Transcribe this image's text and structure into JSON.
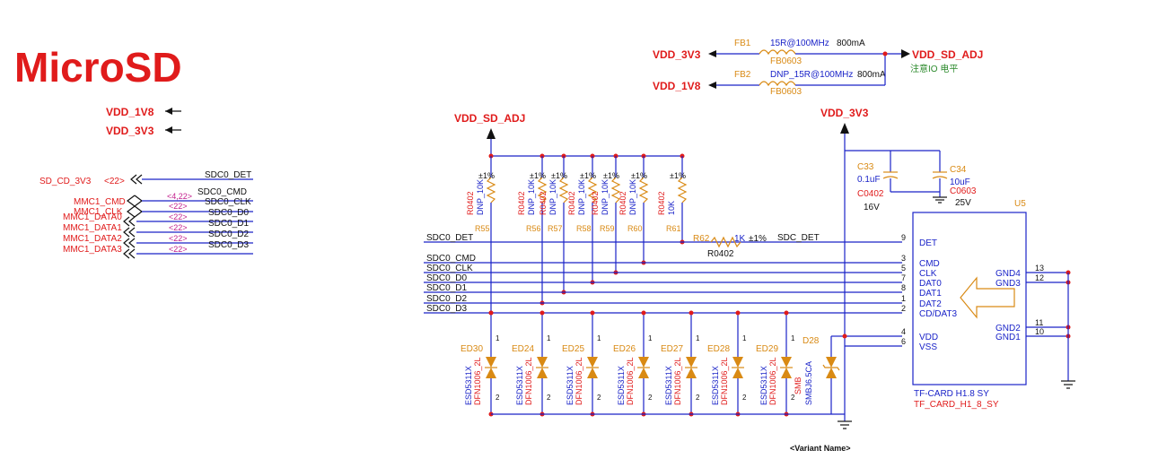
{
  "title": "MicroSD",
  "power_ports_left": [
    "VDD_1V8",
    "VDD_3V3"
  ],
  "ferrites": {
    "fb1": {
      "ref": "FB1",
      "value": "15R@100MHz",
      "current": "800mA",
      "package": "FB0603",
      "in_net": "VDD_3V3"
    },
    "fb2": {
      "ref": "FB2",
      "value": "DNP_15R@100MHz",
      "current": "800mA",
      "package": "FB0603",
      "in_net": "VDD_1V8"
    },
    "out_net": "VDD_SD_ADJ",
    "note": "注意IO 电平"
  },
  "offpage": {
    "rows": [
      {
        "left": "SD_CD_3V3",
        "ref": "<22>",
        "right": "SDC0_DET"
      },
      {
        "left": "MMC1_CMD",
        "ref": "<4,22>",
        "right": "SDC0_CMD"
      },
      {
        "left": "MMC1_CLK",
        "ref": "<22>",
        "right": "SDC0_CLK"
      },
      {
        "left": "MMC1_DATA0",
        "ref": "<22>",
        "right": "SDC0_D0"
      },
      {
        "left": "MMC1_DATA1",
        "ref": "<22>",
        "right": "SDC0_D1"
      },
      {
        "left": "MMC1_DATA2",
        "ref": "<22>",
        "right": "SDC0_D2"
      },
      {
        "left": "MMC1_DATA3",
        "ref": "<22>",
        "right": "SDC0_D3"
      }
    ]
  },
  "rails": {
    "adj": "VDD_SD_ADJ",
    "v33": "VDD_3V3"
  },
  "pullups": [
    {
      "ref": "R55",
      "tol": "±1%",
      "pkg": "R0402",
      "val": "DNP_10K"
    },
    {
      "ref": "R56",
      "tol": "±1%",
      "pkg": "R0402",
      "val": "DNP_10K"
    },
    {
      "ref": "R57",
      "tol": "±1%",
      "pkg": "R0402",
      "val": "DNP_10K"
    },
    {
      "ref": "R58",
      "tol": "±1%",
      "pkg": "R0402",
      "val": "DNP_10K"
    },
    {
      "ref": "R59",
      "tol": "±1%",
      "pkg": "R0402",
      "val": "DNP_10K"
    },
    {
      "ref": "R60",
      "tol": "±1%",
      "pkg": "R0402",
      "val": "DNP_10K"
    },
    {
      "ref": "R61",
      "tol": "±1%",
      "pkg": "R0402",
      "val": "10K"
    }
  ],
  "r62": {
    "ref": "R62",
    "val": "1K",
    "tol": "±1%",
    "pkg": "R0402",
    "net": "SDC_DET"
  },
  "caps": [
    {
      "ref": "C33",
      "val": "0.1uF",
      "pkg": "C0402",
      "volt": "16V"
    },
    {
      "ref": "C34",
      "val": "10uF",
      "pkg": "C0603",
      "volt": "25V"
    }
  ],
  "bus_nets": [
    "SDC0_DET",
    "SDC0_CMD",
    "SDC0_CLK",
    "SDC0_D0",
    "SDC0_D1",
    "SDC0_D2",
    "SDC0_D3"
  ],
  "connector": {
    "ref": "U5",
    "part1": "TF-CARD H1.8 SY",
    "part2": "TF_CARD_H1_8_SY",
    "left_pins": [
      {
        "num": "9",
        "name": "DET"
      },
      {
        "num": "3",
        "name": "CMD"
      },
      {
        "num": "5",
        "name": "CLK"
      },
      {
        "num": "7",
        "name": "DAT0"
      },
      {
        "num": "8",
        "name": "DAT1"
      },
      {
        "num": "1",
        "name": "DAT2"
      },
      {
        "num": "2",
        "name": "CD/DAT3"
      },
      {
        "num": "4",
        "name": "VDD"
      },
      {
        "num": "6",
        "name": "VSS"
      }
    ],
    "right_pins": [
      {
        "num": "13",
        "name": "GND4"
      },
      {
        "num": "12",
        "name": "GND3"
      },
      {
        "num": "11",
        "name": "GND2"
      },
      {
        "num": "10",
        "name": "GND1"
      }
    ]
  },
  "esd": [
    {
      "ref": "ED30",
      "part": "ESD5311X",
      "pkg": "DFN1006_2L"
    },
    {
      "ref": "ED24",
      "part": "ESD5311X",
      "pkg": "DFN1006_2L"
    },
    {
      "ref": "ED25",
      "part": "ESD5311X",
      "pkg": "DFN1006_2L"
    },
    {
      "ref": "ED26",
      "part": "ESD5311X",
      "pkg": "DFN1006_2L"
    },
    {
      "ref": "ED27",
      "part": "ESD5311X",
      "pkg": "DFN1006_2L"
    },
    {
      "ref": "ED28",
      "part": "ESD5311X",
      "pkg": "DFN1006_2L"
    },
    {
      "ref": "ED29",
      "part": "ESD5311X",
      "pkg": "DFN1006_2L"
    }
  ],
  "tvs": {
    "ref": "D28",
    "part": "SMBJ6.5CA",
    "pkg": "SMB"
  },
  "variant": "<Variant Name>"
}
